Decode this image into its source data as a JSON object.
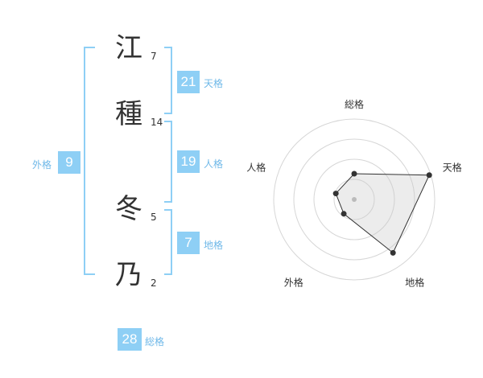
{
  "name": {
    "chars": [
      {
        "char": "江",
        "strokes": "7"
      },
      {
        "char": "種",
        "strokes": "14"
      },
      {
        "char": "冬",
        "strokes": "5"
      },
      {
        "char": "乃",
        "strokes": "2"
      }
    ]
  },
  "fortunes": {
    "tenkaku": {
      "value": "21",
      "label": "天格"
    },
    "jinkaku": {
      "value": "19",
      "label": "人格"
    },
    "chikaku": {
      "value": "7",
      "label": "地格"
    },
    "gaikaku": {
      "value": "9",
      "label": "外格"
    },
    "soukaku": {
      "value": "28",
      "label": "総格"
    }
  },
  "colors": {
    "accent": "#8ecff5",
    "label": "#6fb8e8",
    "text": "#333333"
  },
  "chart_data": {
    "type": "radar",
    "axes": [
      "総格",
      "天格",
      "地格",
      "外格",
      "人格"
    ],
    "values": [
      0.32,
      0.98,
      0.82,
      0.22,
      0.24
    ],
    "rings": 4,
    "range": [
      0,
      1
    ]
  }
}
